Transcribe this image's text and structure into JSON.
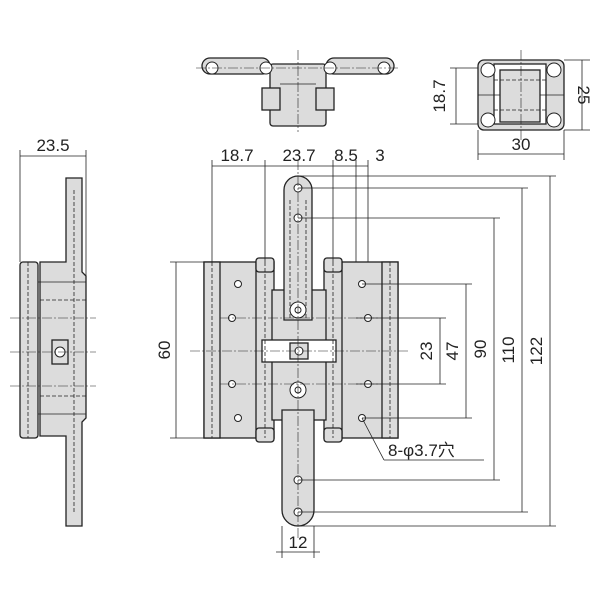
{
  "dimensions": {
    "side_width": "23.5",
    "top_18_7": "18.7",
    "top_23_7": "23.7",
    "top_8_5": "8.5",
    "top_3": "3",
    "left_60": "60",
    "right_23": "23",
    "right_47": "47",
    "right_90": "90",
    "right_110": "110",
    "right_122": "122",
    "bottom_12": "12",
    "end_18_7": "18.7",
    "end_25": "25",
    "end_30": "30"
  },
  "callouts": {
    "holes": "8-φ3.7穴"
  }
}
